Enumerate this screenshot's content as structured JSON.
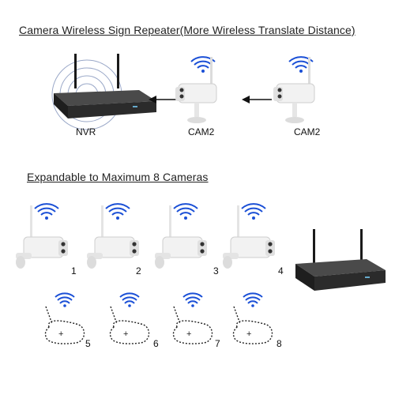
{
  "top_caption": "Camera Wireless Sign Repeater(More Wireless Translate Distance)",
  "bottom_caption": "Expandable to Maximum 8 Cameras",
  "labels": {
    "nvr": "NVR",
    "cam_a": "CAM2",
    "cam_b": "CAM2"
  },
  "camera_numbers": [
    "1",
    "2",
    "3",
    "4"
  ],
  "placeholder_numbers": [
    "5",
    "6",
    "7",
    "8"
  ],
  "colors": {
    "wifi": "#1a4fd6",
    "nvr_body": "#2b2b2b",
    "camera_body": "#f2f2f2",
    "arrow": "#111111"
  }
}
